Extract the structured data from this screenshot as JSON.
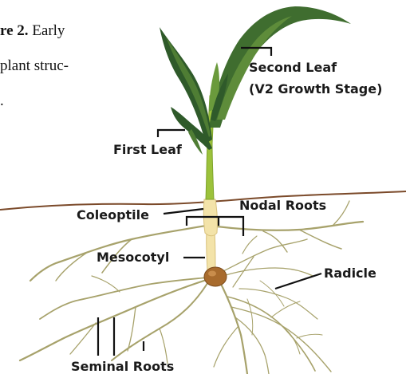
{
  "caption": {
    "line1_bold": "re 2.",
    "line1_rest": " Early",
    "line2": "plant struc-",
    "line3": "."
  },
  "labels": {
    "second_leaf_line1": "Second Leaf",
    "second_leaf_line2": "(V2 Growth Stage)",
    "first_leaf": "First Leaf",
    "coleoptile": "Coleoptile",
    "nodal_roots": "Nodal Roots",
    "mesocotyl": "Mesocotyl",
    "radicle": "Radicle",
    "seminal_roots": "Seminal Roots"
  },
  "colors": {
    "leaf_dark": "#2f5a2a",
    "leaf_mid": "#4f7d34",
    "leaf_light": "#7ea34a",
    "stem": "#9cc23b",
    "coleoptile": "#f3e3a9",
    "root": "#a7a26b",
    "soil_line": "#7b4a2a",
    "seed": "#a86b2d",
    "label_text": "#1a1a1a",
    "leader_line": "#111111"
  }
}
